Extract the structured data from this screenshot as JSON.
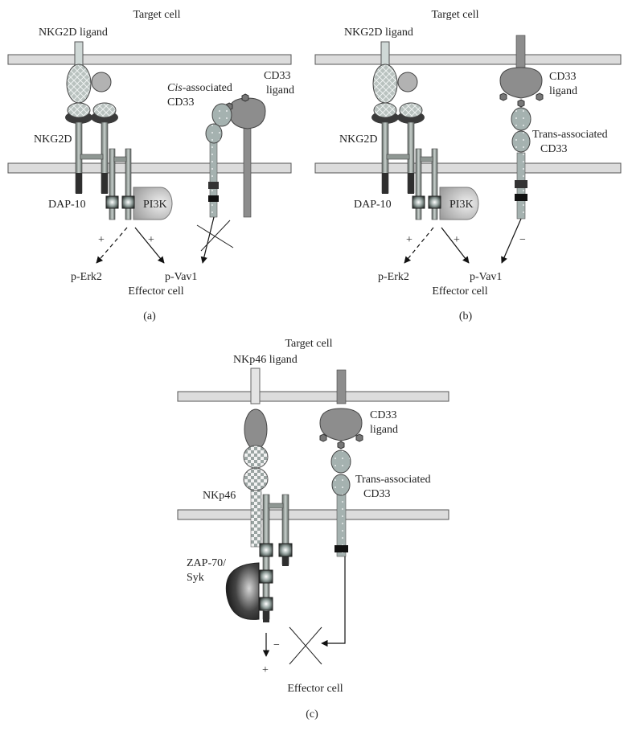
{
  "colors": {
    "membrane_fill": "#dcdcdc",
    "membrane_stroke": "#555555",
    "receptor_light": "#b9c2bf",
    "receptor_mid": "#8f9793",
    "receptor_dark": "#3a3a3a",
    "cd33_fill": "#9aa5a3",
    "ligand_fill": "#8d8d8d",
    "bead_fill": "#a5b2b0",
    "kinase_light": "#d4d4d4",
    "kinase_dark": "#2a2a2a",
    "lock_block": "#111111",
    "arrow": "#111111"
  },
  "panels": {
    "a": {
      "caption": "(a)",
      "target_cell": "Target cell",
      "ligand": "NKG2D ligand",
      "receptor": "NKG2D",
      "adaptor": "DAP-10",
      "kinase": "PI3K",
      "cd33_italic": "Cis",
      "cd33_rest": "-associated",
      "cd33_name": "CD33",
      "cd33_ligand_line1": "CD33",
      "cd33_ligand_line2": "ligand",
      "out1": "p-Erk2",
      "out2": "p-Vav1",
      "plus1": "+",
      "plus2": "+",
      "effector_cell": "Effector cell"
    },
    "b": {
      "caption": "(b)",
      "target_cell": "Target cell",
      "ligand": "NKG2D ligand",
      "receptor": "NKG2D",
      "adaptor": "DAP-10",
      "kinase": "PI3K",
      "cd33_ligand_line1": "CD33",
      "cd33_ligand_line2": "ligand",
      "cd33_line1": "Trans-associated",
      "cd33_line2": "CD33",
      "out1": "p-Erk2",
      "out2": "p-Vav1",
      "plus1": "+",
      "plus2": "+",
      "minus": "−",
      "effector_cell": "Effector cell"
    },
    "c": {
      "caption": "(c)",
      "target_cell": "Target cell",
      "ligand": "NKp46 ligand",
      "receptor": "NKp46",
      "kinase_line1": "ZAP-70/",
      "kinase_line2": "Syk",
      "cd33_ligand_line1": "CD33",
      "cd33_ligand_line2": "ligand",
      "cd33_line1": "Trans-associated",
      "cd33_line2": "CD33",
      "minus": "−",
      "plus": "+",
      "effector_cell": "Effector cell"
    }
  }
}
